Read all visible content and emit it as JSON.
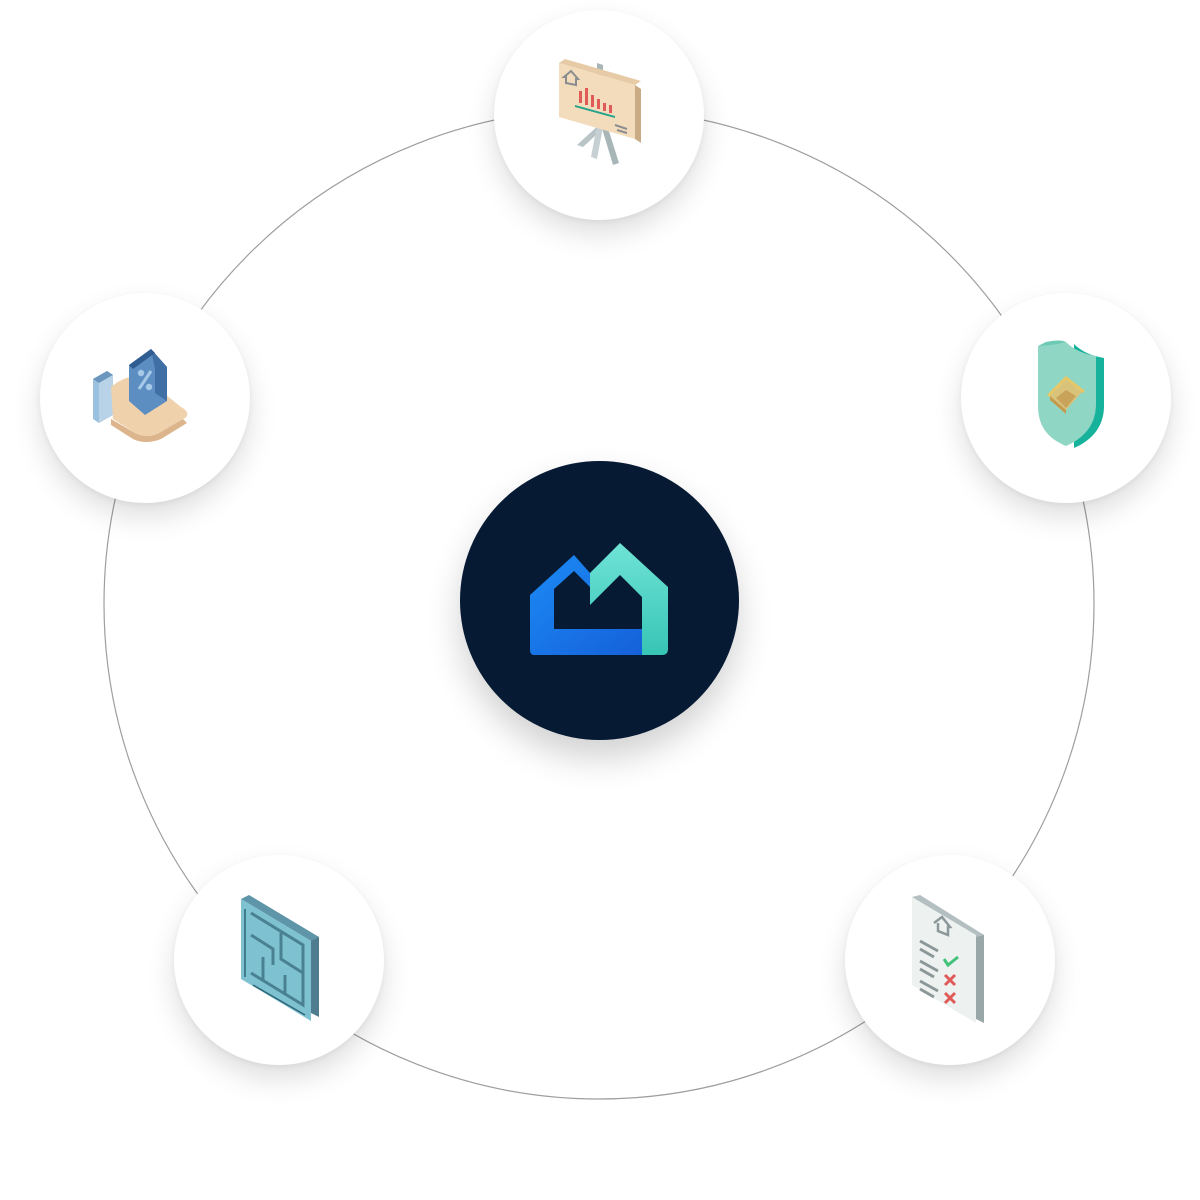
{
  "diagram": {
    "type": "hub-and-spoke",
    "ring_color": "#9e9e9e",
    "hub": {
      "icon": "brand-house-logo-icon",
      "background_color": "#071a33",
      "logo_colors": [
        "#1c8bf5",
        "#1560d9",
        "#6fe3d6",
        "#37c5b5"
      ]
    },
    "nodes": [
      {
        "position": "top",
        "icon": "presentation-board-chart-icon"
      },
      {
        "position": "right",
        "icon": "house-shield-icon"
      },
      {
        "position": "left",
        "icon": "hand-holding-house-icon"
      },
      {
        "position": "bottom-left",
        "icon": "floor-plan-blueprint-icon"
      },
      {
        "position": "bottom-right",
        "icon": "inspection-checklist-icon"
      }
    ]
  }
}
